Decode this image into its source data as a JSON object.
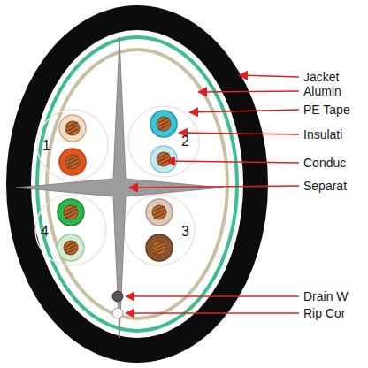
{
  "diagram": {
    "labels": [
      "Jacket",
      "Alumin",
      "PE Tape",
      "Insulati",
      "Conduc",
      "Separat",
      "1",
      "2",
      "4",
      "3",
      "Drain W",
      "Rip Cor"
    ]
  }
}
